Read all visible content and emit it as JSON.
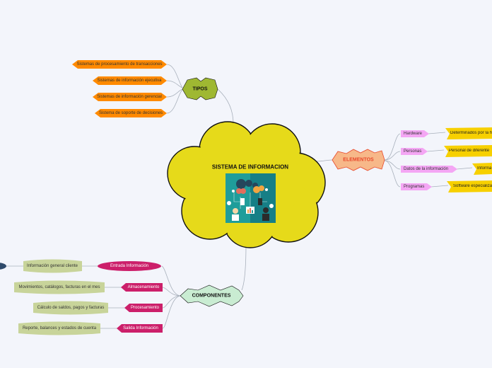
{
  "colors": {
    "background": "#f3f5fb",
    "cloud": "#e6da1a",
    "tipos": "#9fb832",
    "tipos_children": "#ff8a00",
    "elementos": "#f7b889",
    "elementos_text": "#e8472a",
    "elementos_children": "#f4a6f4",
    "elementos_details": "#f7d000",
    "componentes": "#c9ecd2",
    "componentes_children": "#cc1f6a",
    "componentes_details": "#c8d49a",
    "node_dark": "#2e4a6b"
  },
  "central": {
    "title": "SISTEMA DE INFORMACION",
    "image_icon": "cloud-network-illustration-icon"
  },
  "tipos": {
    "label": "TIPOS",
    "items": [
      "Sistemas de procesamiento de transacciones",
      "Sistemas de información ejecutiva",
      "Sistemas de información gerencial",
      "Sistema de soporte de decisiones"
    ]
  },
  "elementos": {
    "label": "ELEMENTOS",
    "items": [
      {
        "label": "Hardware",
        "detail": "Determinados por la h"
      },
      {
        "label": "Personas",
        "detail": "Personal de diferente"
      },
      {
        "label": "Datos de la información",
        "detail": "Informa"
      },
      {
        "label": "Programas",
        "detail": "Software especializa"
      }
    ]
  },
  "componentes": {
    "label": "COMPONENTES",
    "items": [
      {
        "label": "Entrada Información",
        "detail": "Información general cliente"
      },
      {
        "label": "Almacenamiento",
        "detail": "Movimientos, catálogos, facturas en el mes"
      },
      {
        "label": "Procesamiento",
        "detail": "Cálculo de saldos, pagos y facturas"
      },
      {
        "label": "Salida Información",
        "detail": "Reporte, balances y estados de cuenta"
      }
    ]
  }
}
